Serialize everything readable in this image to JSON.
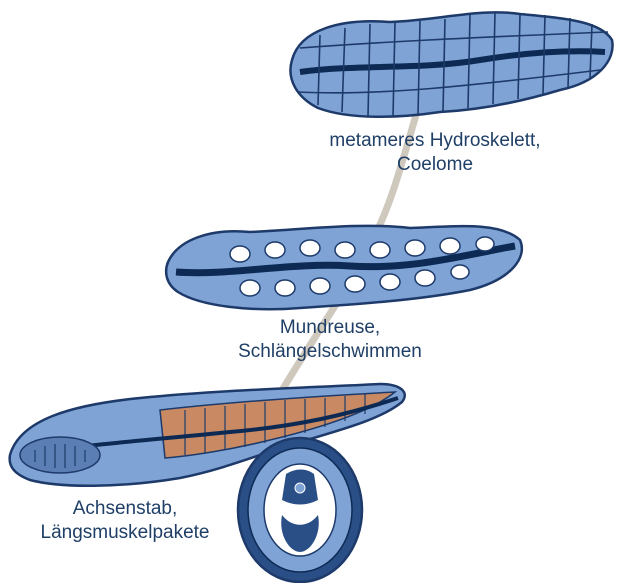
{
  "stages": [
    {
      "label_line1": "metameres Hydroskelett,",
      "label_line2": "Coelome"
    },
    {
      "label_line1": "Mundreuse,",
      "label_line2": "Schlängelschwimmen"
    },
    {
      "label_line1": "Achsenstab,",
      "label_line2": "Längsmuskelpakete"
    }
  ],
  "colors": {
    "body_fill": "#7ea3d4",
    "outline": "#1d3a6a",
    "muscle": "#c98a63",
    "branch": "#cfc8bd"
  }
}
